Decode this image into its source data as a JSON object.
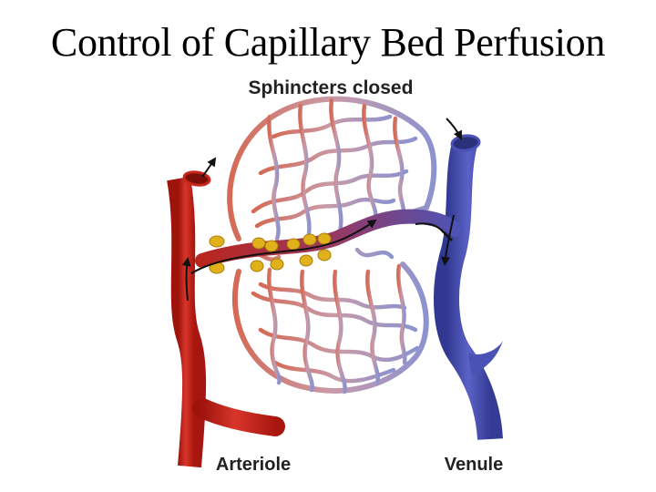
{
  "slide": {
    "title": "Control of Capillary Bed Perfusion"
  },
  "diagram": {
    "state_label": "Sphincters closed",
    "labels": {
      "arteriole": "Arteriole",
      "venule": "Venule"
    },
    "colors": {
      "arteriole": "#c8261c",
      "venule": "#4b52b5",
      "sphincter": "#e1b11b",
      "arrow": "#111111"
    }
  }
}
